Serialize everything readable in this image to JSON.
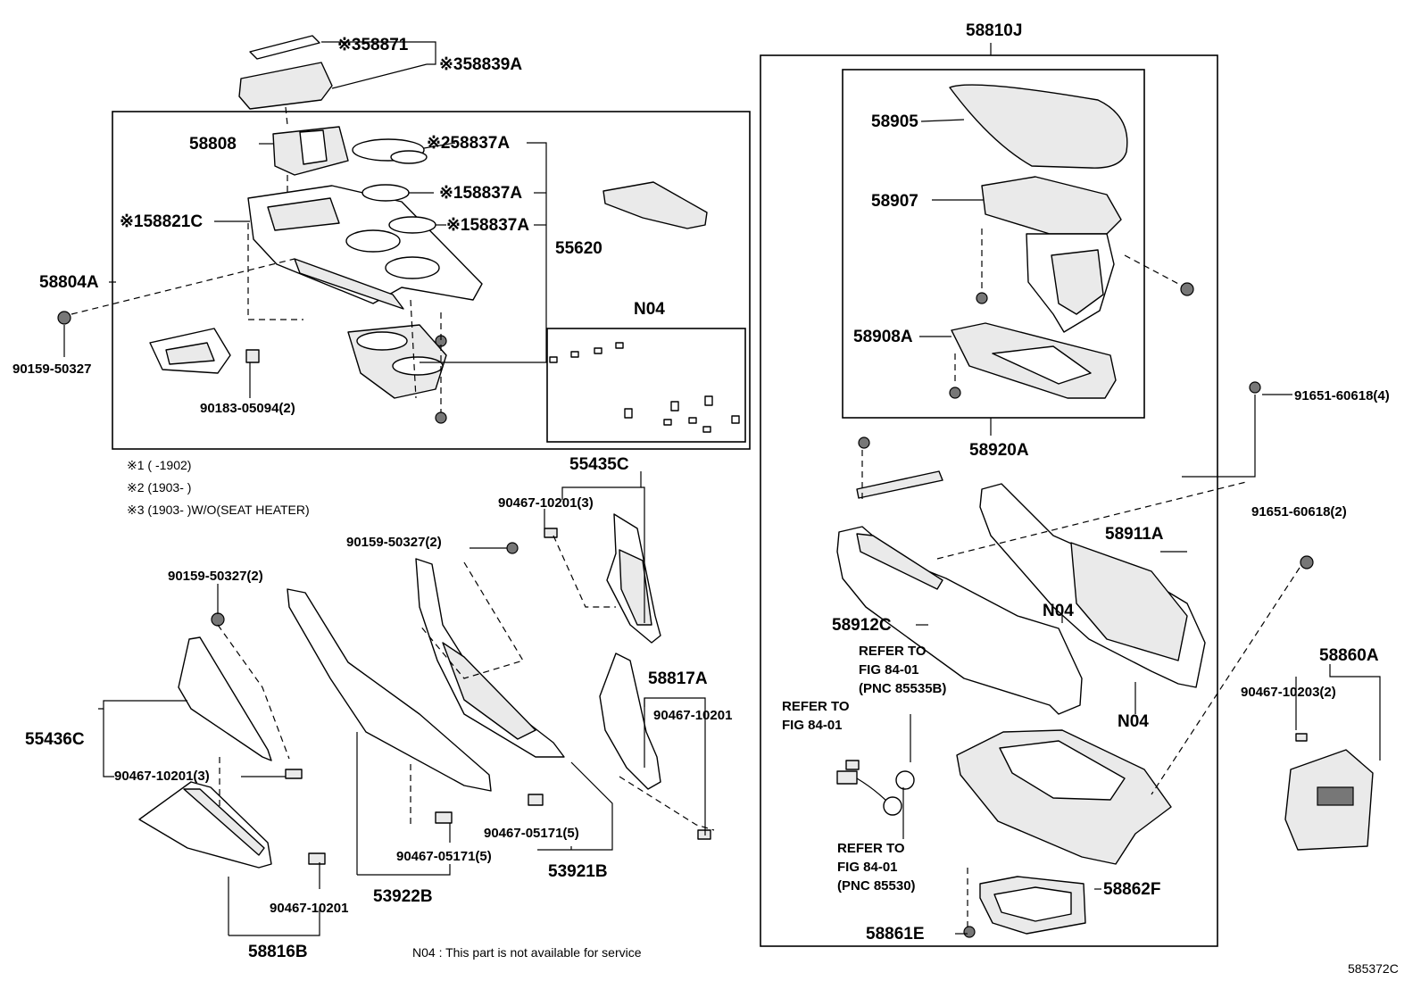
{
  "labels": {
    "p58871": "※358871",
    "p58839a": "※358839A",
    "p58808": "58808",
    "p58837a_2": "※258837A",
    "p58837a_1a": "※158837A",
    "p58837a_1b": "※158837A",
    "p58821c": "※158821C",
    "p55620": "55620",
    "p58804a": "58804A",
    "p90159_top": "90159-50327",
    "p90183": "90183-05094(2)",
    "n04_top": "N04",
    "p58810j": "58810J",
    "p58905": "58905",
    "p58907": "58907",
    "p58908a": "58908A",
    "p58920a": "58920A",
    "p91651_4": "91651-60618(4)",
    "p91651_2": "91651-60618(2)",
    "p58911a": "58911A",
    "p58912c": "58912C",
    "n04_mid": "N04",
    "n04_low": "N04",
    "p58860a": "58860A",
    "p90467_10203": "90467-10203(2)",
    "p58862f": "58862F",
    "p58861e": "58861E",
    "p55435c": "55435C",
    "p90467_10201_3": "90467-10201(3)",
    "p90159_2a": "90159-50327(2)",
    "p90159_2b": "90159-50327(2)",
    "p58817a": "58817A",
    "p90467_10201_r": "90467-10201",
    "p55436c": "55436C",
    "p90467_10201_3b": "90467-10201(3)",
    "p90467_05171_5a": "90467-05171(5)",
    "p90467_05171_5b": "90467-05171(5)",
    "p53921b": "53921B",
    "p53922b": "53922B",
    "p90467_10201_b": "90467-10201",
    "p58816b": "58816B"
  },
  "refs": {
    "ref1_line1": "REFER TO",
    "ref1_line2": "FIG 84-01",
    "ref1_line3": "(PNC 85535B)",
    "ref2_line1": "REFER TO",
    "ref2_line2": "FIG 84-01",
    "ref3_line1": "REFER TO",
    "ref3_line2": "FIG 84-01",
    "ref3_line3": "(PNC 85530)"
  },
  "footnotes": {
    "n1": "※1 (       -1902)",
    "n2": "※2 (1903-       )",
    "n3": "※3 (1903-       )W/O(SEAT HEATER)"
  },
  "legend": "N04 : This part is not available for service",
  "figure_code": "585372C"
}
